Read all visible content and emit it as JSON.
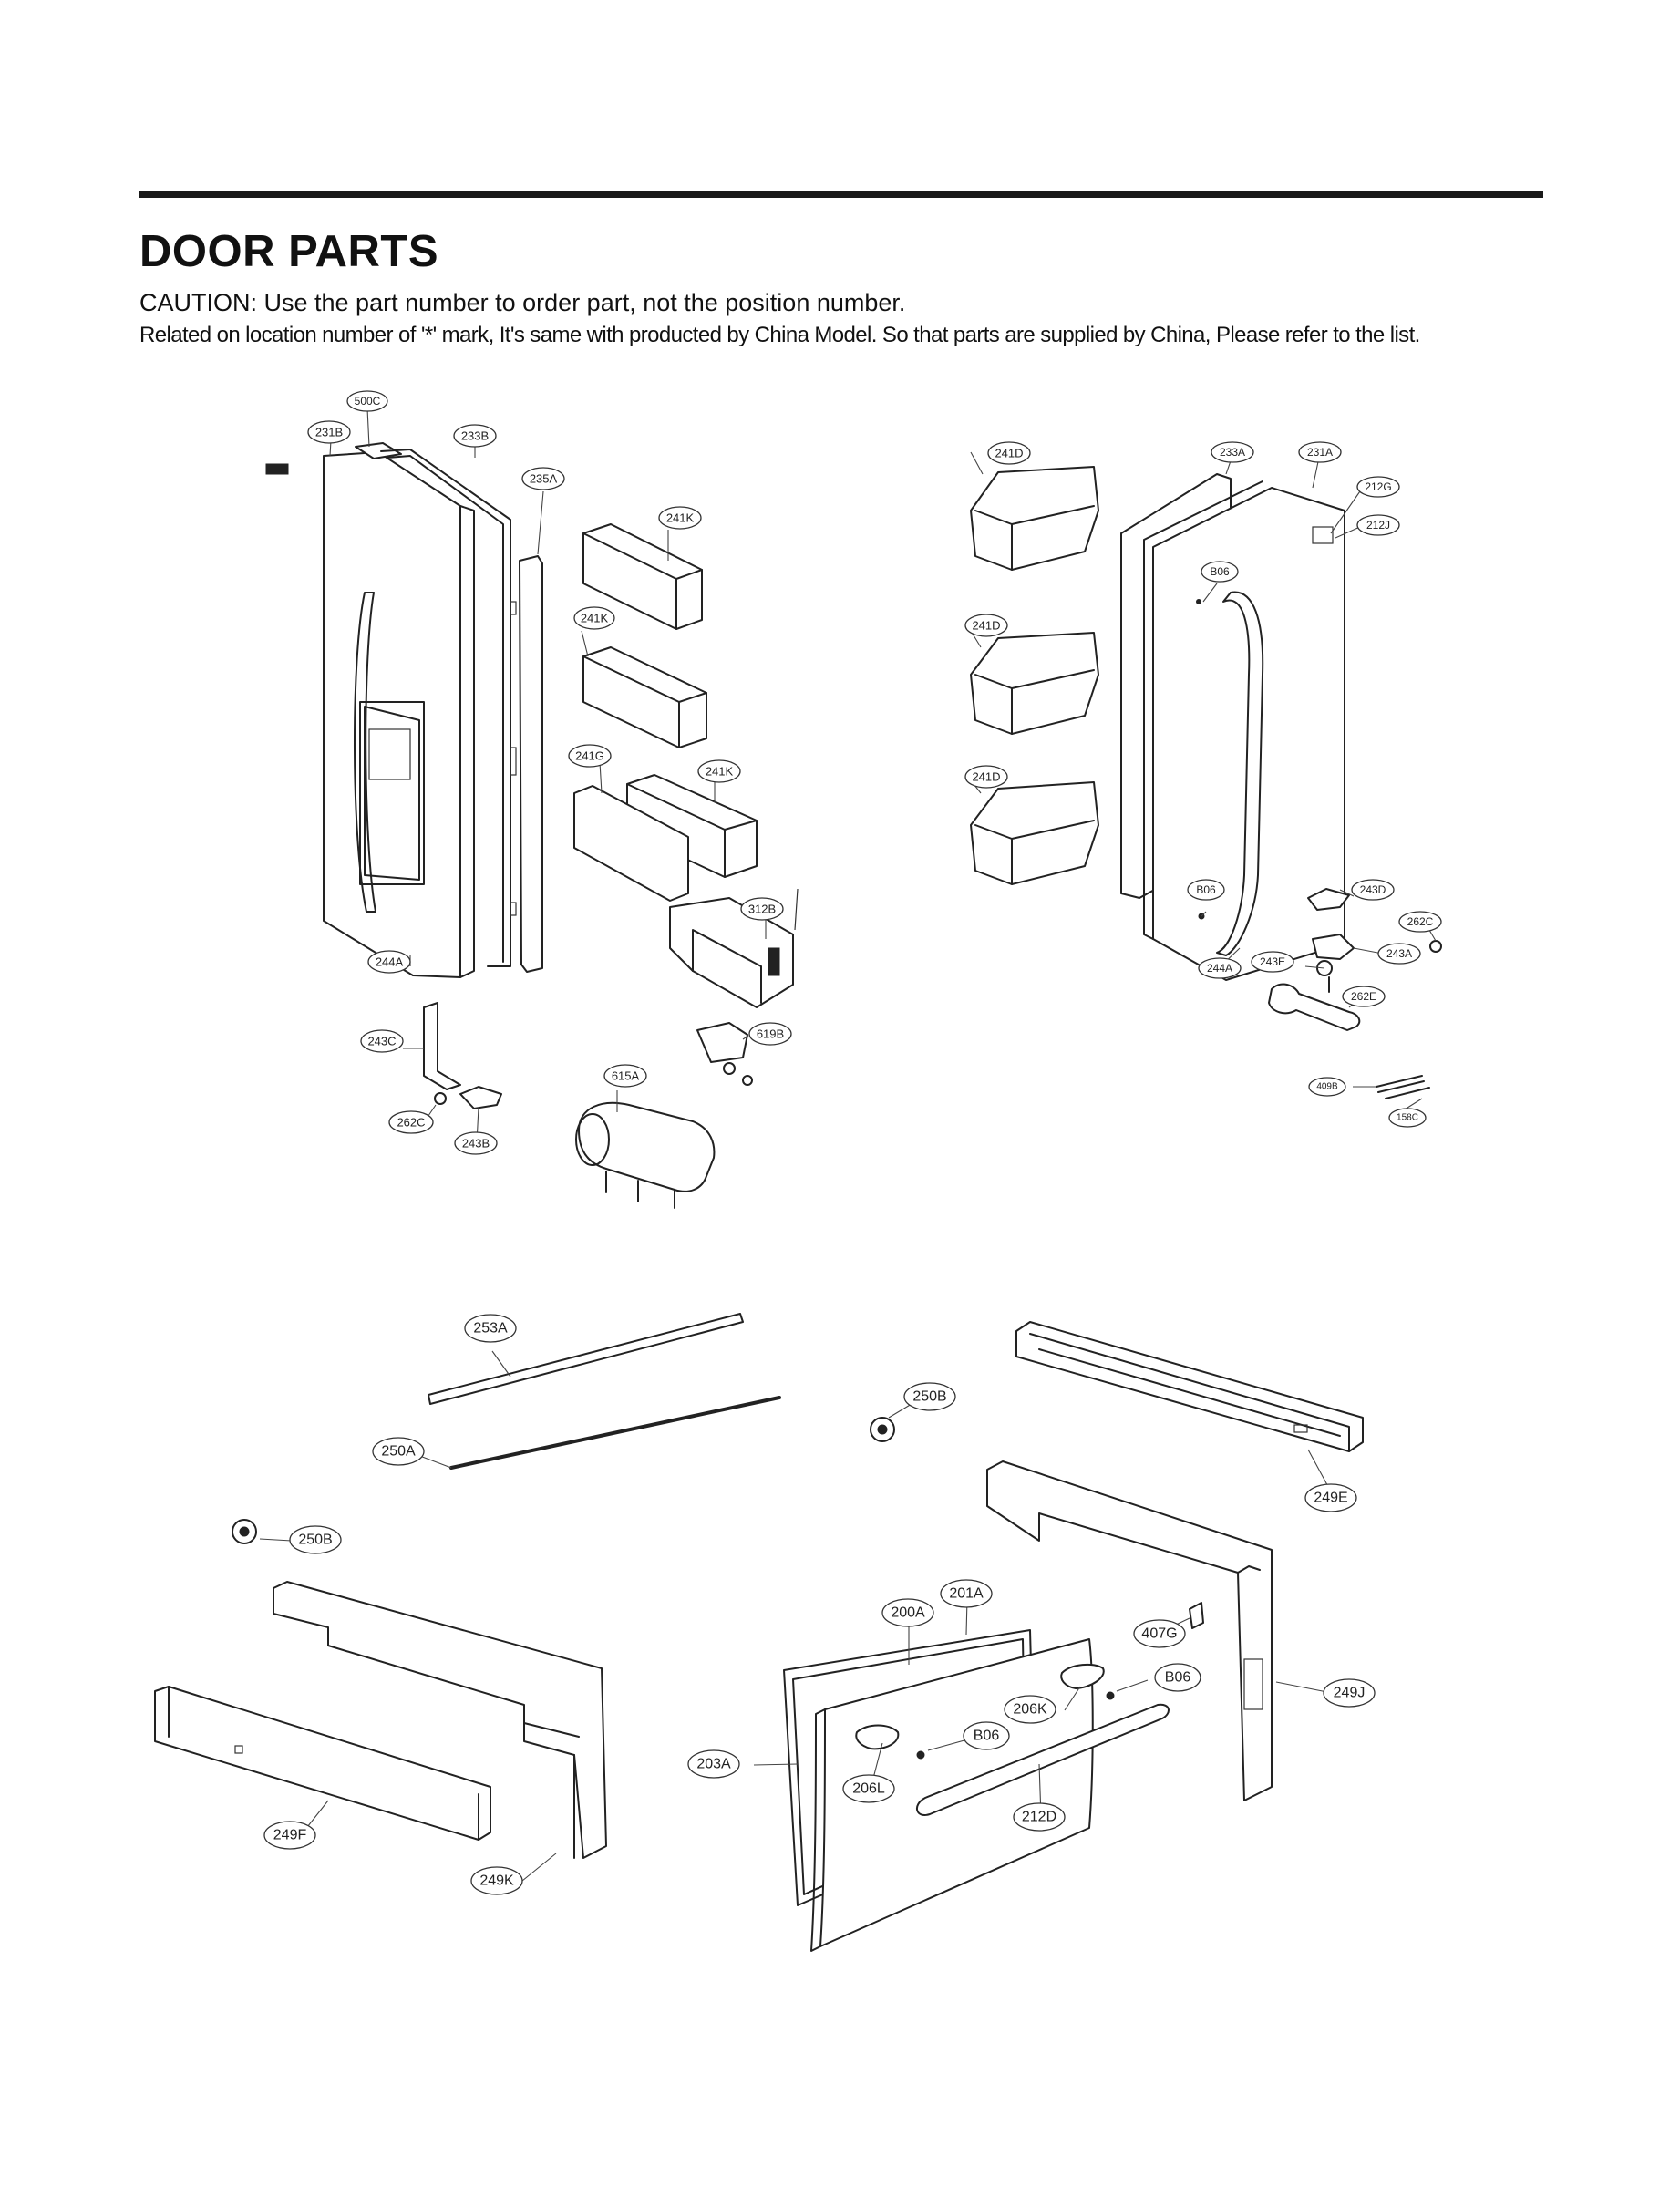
{
  "page": {
    "title": "DOOR PARTS",
    "caution": "CAUTION: Use the part number to order part, not the position number.",
    "note": "Related on location number of '*' mark, It's same with producted by China Model. So that parts are supplied by China, Please refer to the list."
  },
  "callouts": {
    "c500C": "500C",
    "c231B": "231B",
    "c233B": "233B",
    "c235A": "235A",
    "c241K_1": "241K",
    "c241K_2": "241K",
    "c241K_3": "241K",
    "c241G": "241G",
    "c312B": "312B",
    "c244A_L": "244A",
    "c243C": "243C",
    "c262C_L": "262C",
    "c243B": "243B",
    "c619B": "619B",
    "c615A": "615A",
    "c241D_1": "241D",
    "c241D_2": "241D",
    "c241D_3": "241D",
    "c233A": "233A",
    "c231A": "231A",
    "c212G": "212G",
    "c212J": "212J",
    "cB06_1": "B06",
    "cB06_2": "B06",
    "c243D": "243D",
    "c262C_R": "262C",
    "c243A": "243A",
    "c244A_R": "244A",
    "c243E": "243E",
    "c262E": "262E",
    "c409B": "409B",
    "c158C": "158C",
    "c253A": "253A",
    "c250B_1": "250B",
    "c250A": "250A",
    "c250B_2": "250B",
    "c249E": "249E",
    "c201A": "201A",
    "c200A": "200A",
    "c407G": "407G",
    "cB06_3": "B06",
    "c206K": "206K",
    "cB06_4": "B06",
    "c249J": "249J",
    "c203A": "203A",
    "c206L": "206L",
    "c212D": "212D",
    "c249F": "249F",
    "c249K": "249K"
  }
}
